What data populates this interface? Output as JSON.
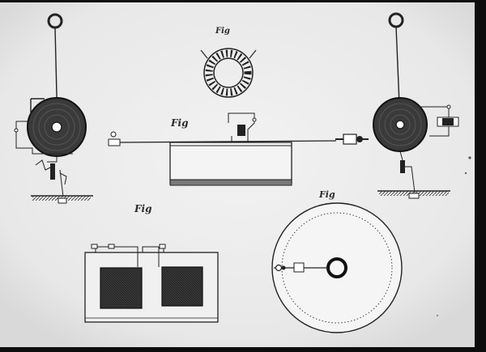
{
  "figure_labels": {
    "ring": "Fig",
    "center": "Fig",
    "left": "Fig",
    "disc": "Fig"
  },
  "colors": {
    "frame": "#0d0d0d",
    "paper": "#ededed",
    "ink": "#222222",
    "coil_fill": "#3c3c3c",
    "hatch_fill": "#333333"
  }
}
